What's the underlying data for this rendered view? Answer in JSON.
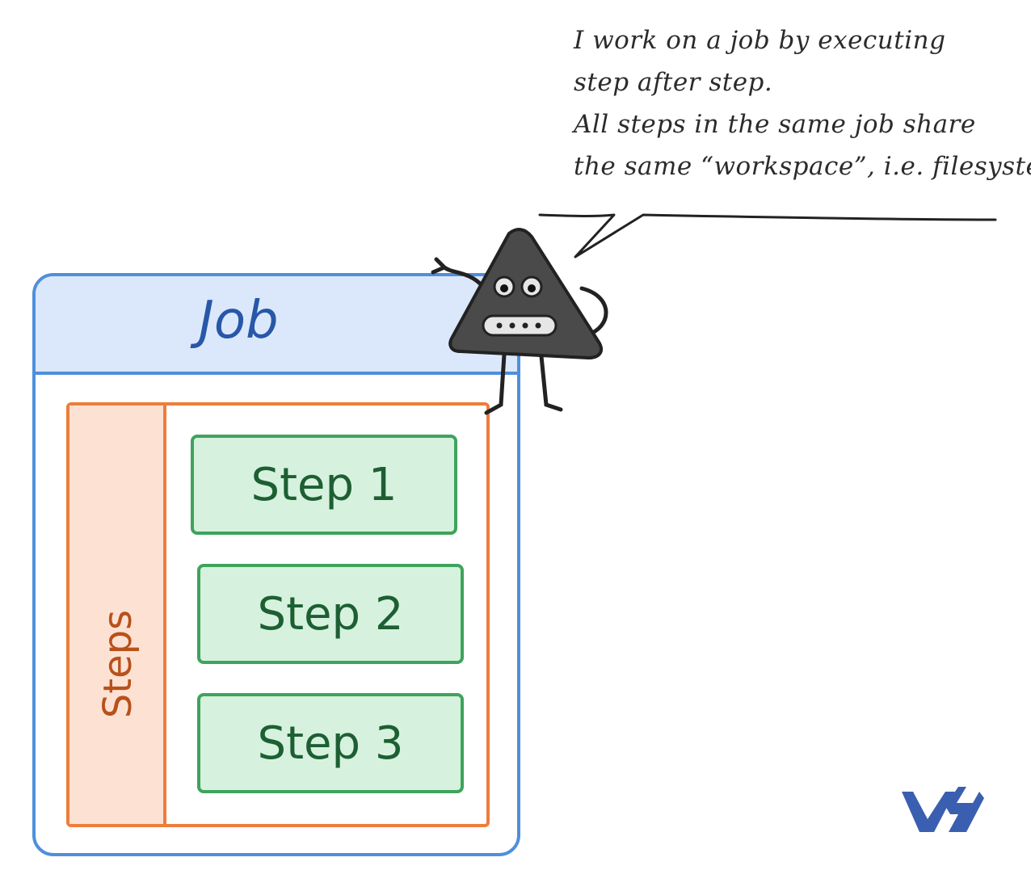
{
  "speech": {
    "line1": "I work on a job by executing",
    "line2": "step after step.",
    "line3": "All steps in the same job share",
    "line4": "the same “workspace”, i.e. filesystem."
  },
  "job": {
    "title": "Job"
  },
  "steps": {
    "label": "Steps",
    "items": [
      {
        "label": "Step 1"
      },
      {
        "label": "Step 2"
      },
      {
        "label": "Step 3"
      }
    ]
  },
  "icons": {
    "character": "triangle-robot-icon",
    "logo": "ovh-logo-icon"
  },
  "colors": {
    "job_border": "#4f8fdc",
    "job_header": "#dbe8fb",
    "job_text": "#2857a8",
    "steps_border": "#ee7d3a",
    "steps_fill": "#fde2d4",
    "steps_text": "#b8511a",
    "step_border": "#3fa35c",
    "step_fill": "#d6f2de",
    "step_text": "#1d5f33",
    "logo": "#3b5fb0"
  }
}
